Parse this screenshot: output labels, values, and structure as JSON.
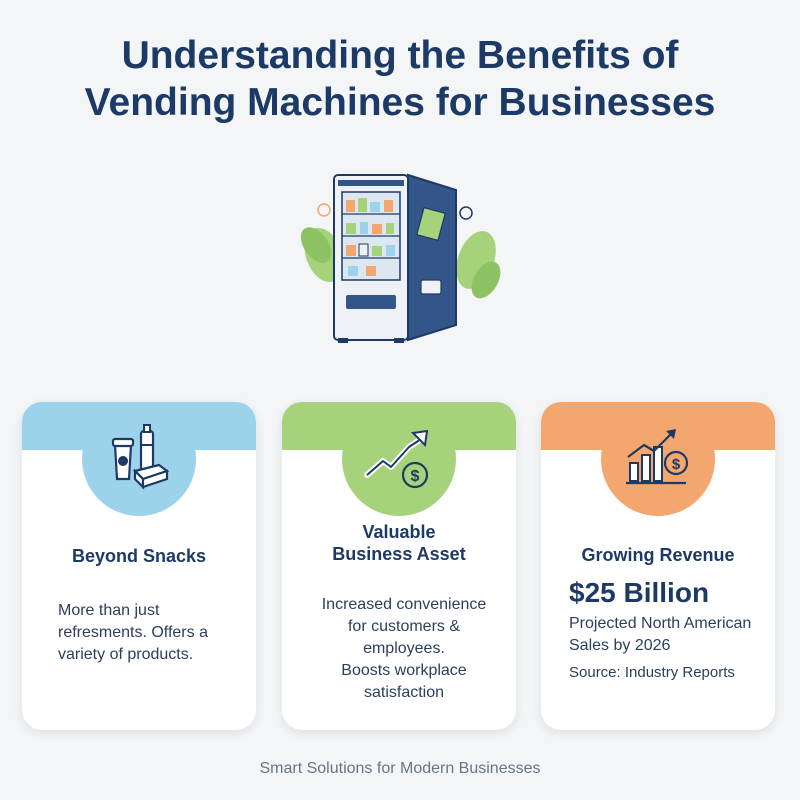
{
  "title": {
    "line1": "Understanding the Benefits of",
    "line2": "Vending Machines for Businesses"
  },
  "hero_icon": "vending-machine-illustration",
  "colors": {
    "title": "#1d3a66",
    "card1_accent": "#9dd3ea",
    "card2_accent": "#a6d27c",
    "card3_accent": "#f3a66d"
  },
  "cards": [
    {
      "icon": "snacks-icon",
      "title": "Beyond Snacks",
      "lines": [
        "More than just",
        "refresments. Offers a",
        "variety of products."
      ]
    },
    {
      "icon": "growth-chart-dollar-icon",
      "title_lines": [
        "Valuable",
        "Business Asset"
      ],
      "lines": [
        "Increased convenience",
        "for customers &",
        "employees.",
        "Boosts workplace",
        "satisfaction"
      ]
    },
    {
      "icon": "bar-chart-dollar-icon",
      "title": "Growing Revenue",
      "value": "$25 Billion",
      "lines": [
        "Projected North American",
        "Sales by 2026"
      ],
      "source": "Source: Industry Reports"
    }
  ],
  "footer": "Smart Solutions for Modern Businesses"
}
